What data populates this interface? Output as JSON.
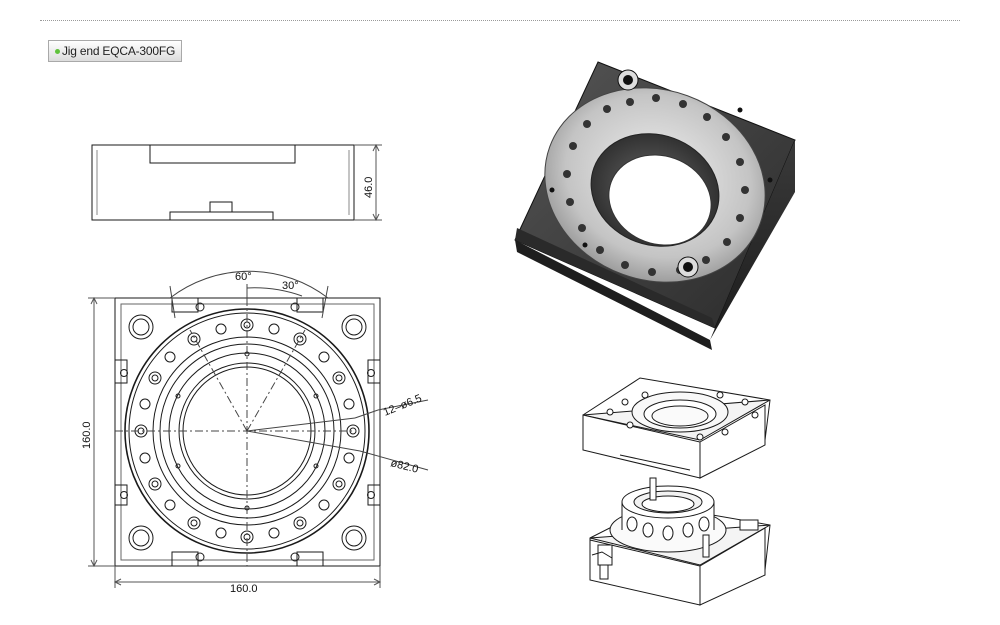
{
  "header": {
    "tag_label": "Jig end EQCA-300FG"
  },
  "drawing": {
    "dim_height": "46.0",
    "dim_angle_large": "60°",
    "dim_angle_small": "30°",
    "dim_holes": "12–ø6.5",
    "dim_diameter": "ø82.0",
    "dim_side": "160.0",
    "dim_width": "160.0"
  },
  "colors": {
    "accent_dot": "#5fc23b",
    "line": "#1a1a1a",
    "body_dark": "#3b3b3b",
    "ring_metal": "#c9c9c9"
  }
}
